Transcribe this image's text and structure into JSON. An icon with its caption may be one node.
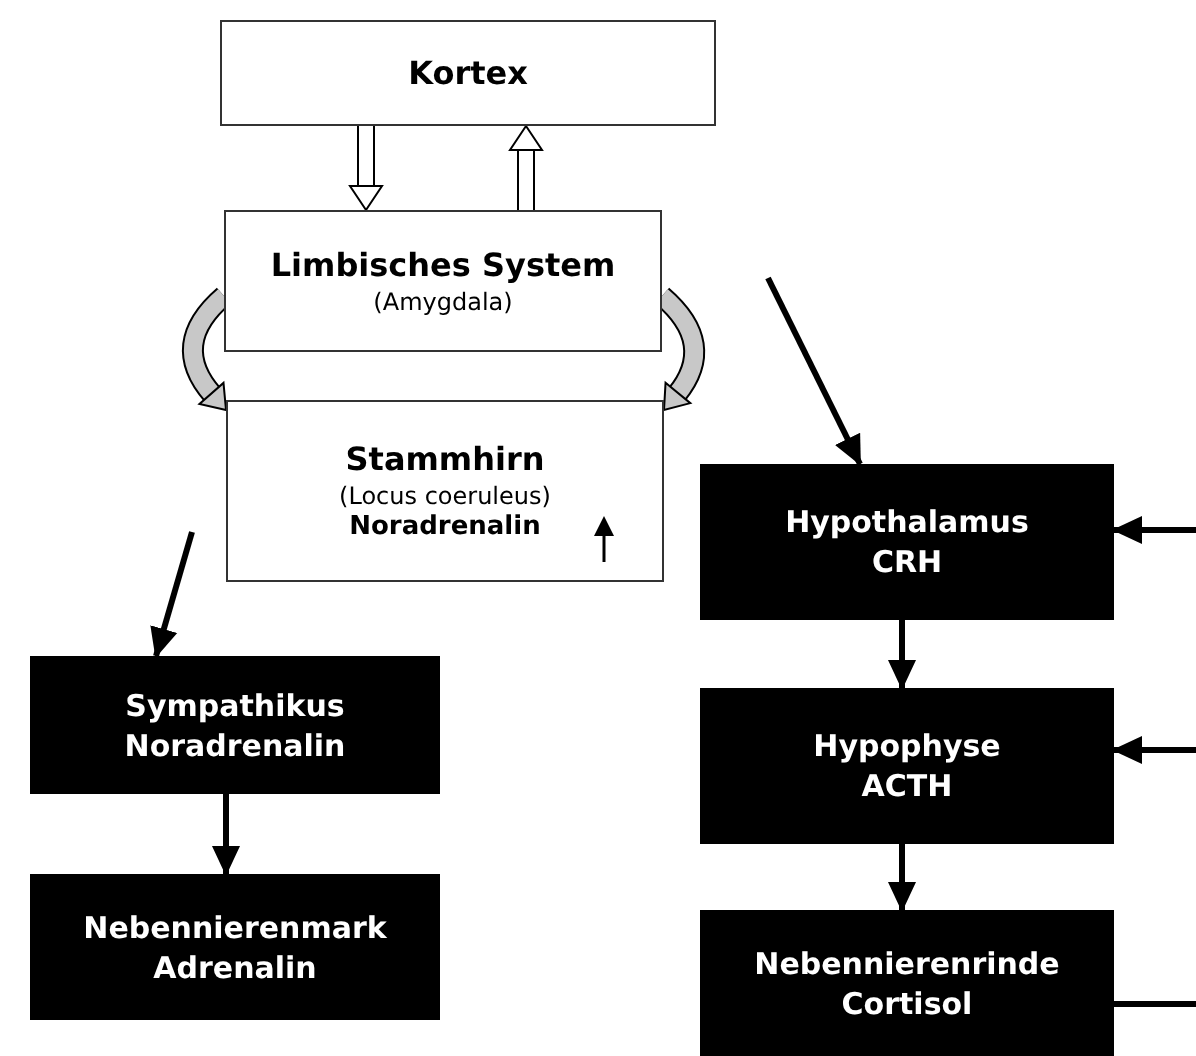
{
  "diagram": {
    "nodes": [
      {
        "text": [
          "Kortex"
        ]
      },
      {
        "text": [
          "Limbisches System",
          "(Amygdala)"
        ]
      },
      {
        "text": [
          "Stammhirn",
          "(Locus coeruleus)",
          "Noradrenalin"
        ]
      },
      {
        "text": [
          "Hypothalamus",
          "CRH"
        ]
      },
      {
        "text": [
          "Sympathikus",
          "Noradrenalin"
        ]
      },
      {
        "text": [
          "Hypophyse",
          "ACTH"
        ]
      },
      {
        "text": [
          "Nebennierenmark",
          "Adrenalin"
        ]
      },
      {
        "text": [
          "Nebennierenrinde",
          "Cortisol"
        ]
      }
    ],
    "edges": [
      {
        "from": 0,
        "to": 1,
        "arrow": "to",
        "style": "thick"
      },
      {
        "from": 1,
        "to": 0,
        "arrow": "to",
        "style": "thick"
      },
      {
        "from": 1,
        "to": 2,
        "arrow": "to",
        "style": "thick"
      },
      {
        "from": 1,
        "to": 2,
        "arrow": "to",
        "style": "thick"
      },
      {
        "from": null,
        "to": 3,
        "arrow": "to"
      },
      {
        "from": null,
        "to": 4,
        "arrow": "to"
      },
      {
        "from": 4,
        "to": 6,
        "arrow": "to"
      },
      {
        "from": 3,
        "to": 5,
        "arrow": "to"
      },
      {
        "from": 5,
        "to": 7,
        "arrow": "to"
      },
      {
        "from": null,
        "to": 3,
        "arrow": "to"
      },
      {
        "from": null,
        "to": 5,
        "arrow": "to"
      },
      {
        "from": 7,
        "to": null,
        "arrow": "none"
      }
    ]
  }
}
